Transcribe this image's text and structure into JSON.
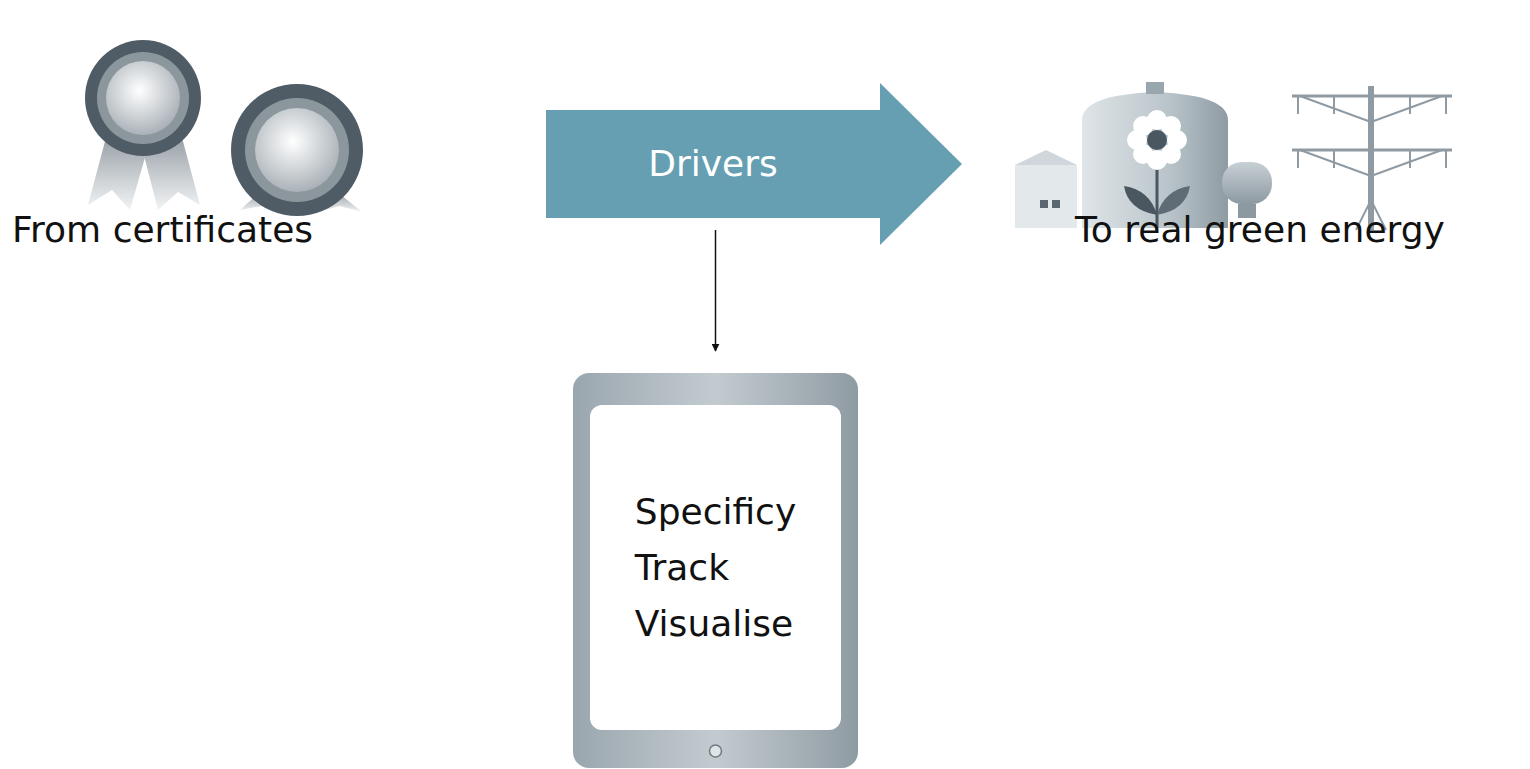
{
  "diagram": {
    "nodes": [
      {
        "text": [
          "Drivers"
        ]
      },
      {
        "text": [
          "Specificy Track Visualise"
        ]
      }
    ],
    "edges": [
      {
        "from": 0,
        "to": 1,
        "arrow": "to"
      }
    ],
    "labels": [
      "From certificates",
      "To real green energy"
    ]
  }
}
